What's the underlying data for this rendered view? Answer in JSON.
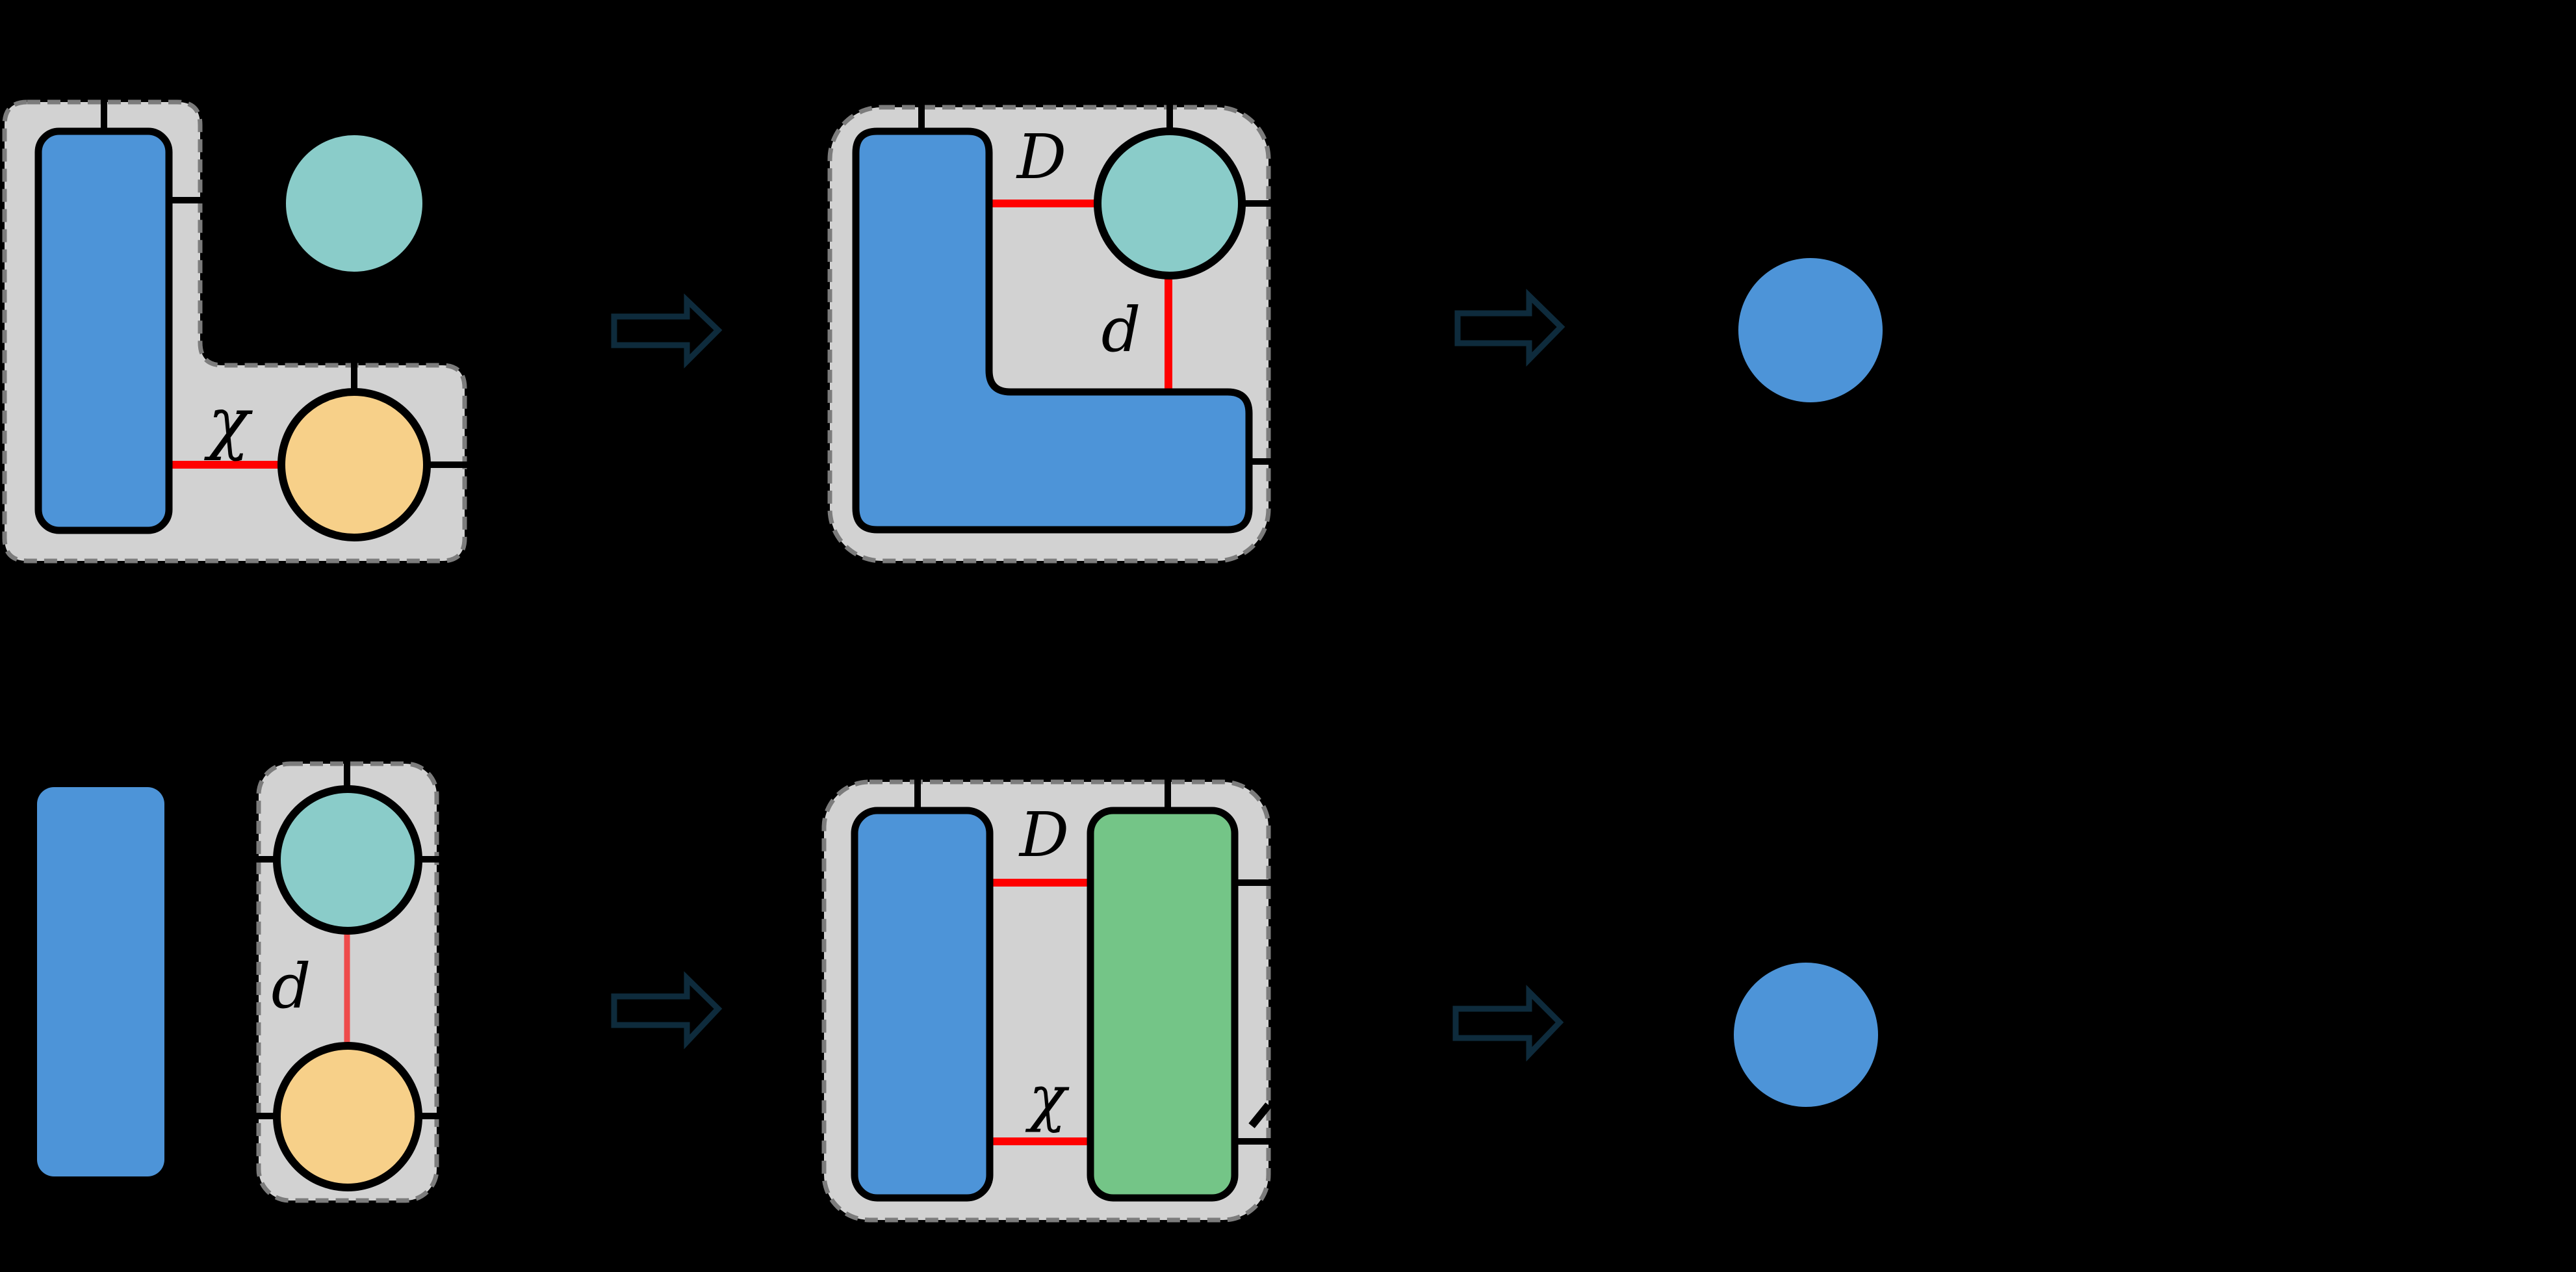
{
  "colors": {
    "background": "#000000",
    "blue": "#4D94D8",
    "teal": "#8ACCC9",
    "orange": "#F7D089",
    "green": "#74C587",
    "region": "#D2D2D2",
    "region_border": "#7C7C7C",
    "bond": "#FF0000",
    "bond_soft": "#EE4B4B",
    "arrow": "#0E2B3C",
    "line": "#000000"
  },
  "labels": {
    "top_before_bond_chi": "χ",
    "top_merged_bond_D": "D",
    "top_merged_bond_d": "d",
    "bottom_before_bond_d": "d",
    "bottom_merged_bond_D": "D",
    "bottom_merged_bond_chi": "χ"
  },
  "icons": {
    "transform_arrow": "block-arrow-right"
  },
  "structure": {
    "rows": [
      {
        "name": "top",
        "steps": [
          "blue rectangle tensor + teal circle + orange circle, red bond labeled χ inside dashed gray L-region",
          "blue L-shaped tensor + teal circle inside dashed gray region, red bonds labeled D and d",
          "single blue circle tensor"
        ]
      },
      {
        "name": "bottom",
        "steps": [
          "blue rectangle tensor; teal circle + orange circle in dashed gray region, red bond labeled d",
          "blue rectangle + green rectangle inside dashed gray region, red bonds labeled D and χ",
          "single blue circle tensor"
        ]
      }
    ]
  }
}
